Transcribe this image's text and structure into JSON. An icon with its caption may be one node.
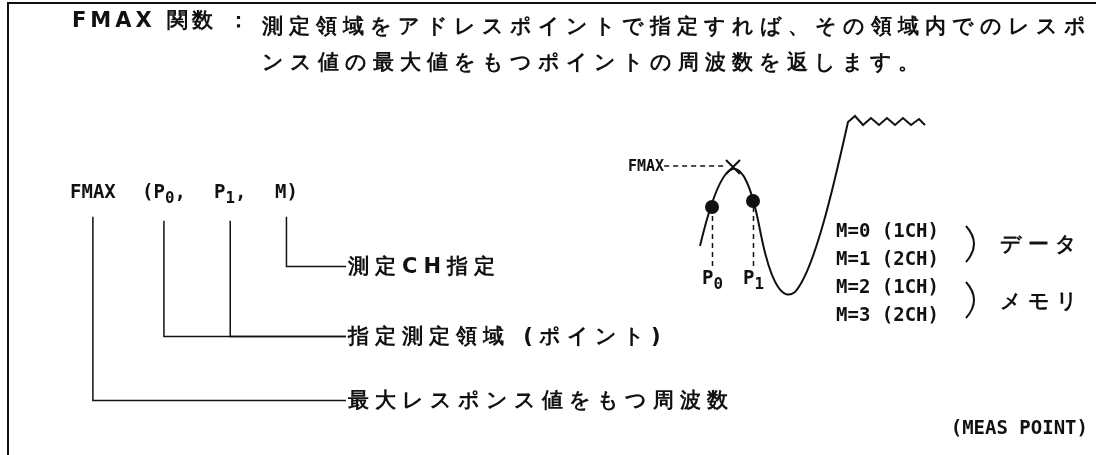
{
  "diagram": {
    "title": "FMAX 関数 ：",
    "nodes": [
      {
        "text": [
          "FMAX"
        ]
      },
      {
        "text": [
          "(P$_{0}$,"
        ]
      },
      {
        "text": [
          "P$_{1}$,"
        ]
      },
      {
        "text": [
          "M)"
        ]
      },
      {
        "text": [
          "測定CH指定"
        ]
      },
      {
        "text": [
          "指定測定領域 (ポイント)"
        ]
      },
      {
        "text": [
          "最大レスポンス値をもつ周波数"
        ]
      },
      {
        "text": [
          "FMAX"
        ]
      },
      {
        "text": [],
        "shape": "cross"
      },
      {
        "text": [],
        "shape": "circle"
      },
      {
        "text": [],
        "shape": "circle"
      },
      {
        "text": [
          "P$_{0}$"
        ]
      },
      {
        "text": [
          "P$_{1}$"
        ]
      }
    ],
    "edges": [
      {
        "from": 3,
        "to": 4,
        "arrow": "none"
      },
      {
        "from": 1,
        "to": 5,
        "arrow": "none"
      },
      {
        "from": 2,
        "to": 5,
        "arrow": "none"
      },
      {
        "from": 0,
        "to": 6,
        "arrow": "none"
      },
      {
        "from": 7,
        "to": 8,
        "arrow": "none",
        "style": "dashed"
      },
      {
        "from": 11,
        "to": 9,
        "arrow": "none",
        "style": "dashed"
      },
      {
        "from": 12,
        "to": 10,
        "arrow": "none",
        "style": "dashed"
      }
    ],
    "labels": [
      "測定領域をアドレスポイントで指定すれば、その領域内でのレスポンス値の最大値をもつポイントの周波数を返します。",
      "M=0 (1CH)",
      "M=1 (2CH)",
      "データ",
      "M=2 (1CH)",
      "M=3 (2CH)",
      "メモリ",
      "(MEAS POINT)"
    ]
  }
}
